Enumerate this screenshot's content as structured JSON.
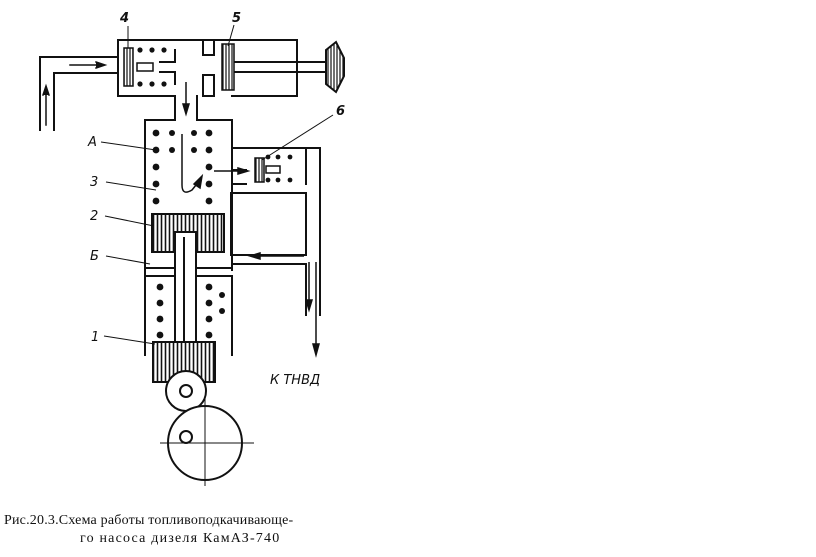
{
  "labels": {
    "n4": "4",
    "n5": "5",
    "n6": "6",
    "a": "А",
    "n3": "3",
    "n2": "2",
    "b": "Б",
    "n1": "1",
    "outlet": "К ТНВД"
  },
  "caption": {
    "line1": "Рис.20.3.Схема работы топливоподкачивающе-",
    "line2": "го насоса дизеля КамАЗ-740"
  }
}
